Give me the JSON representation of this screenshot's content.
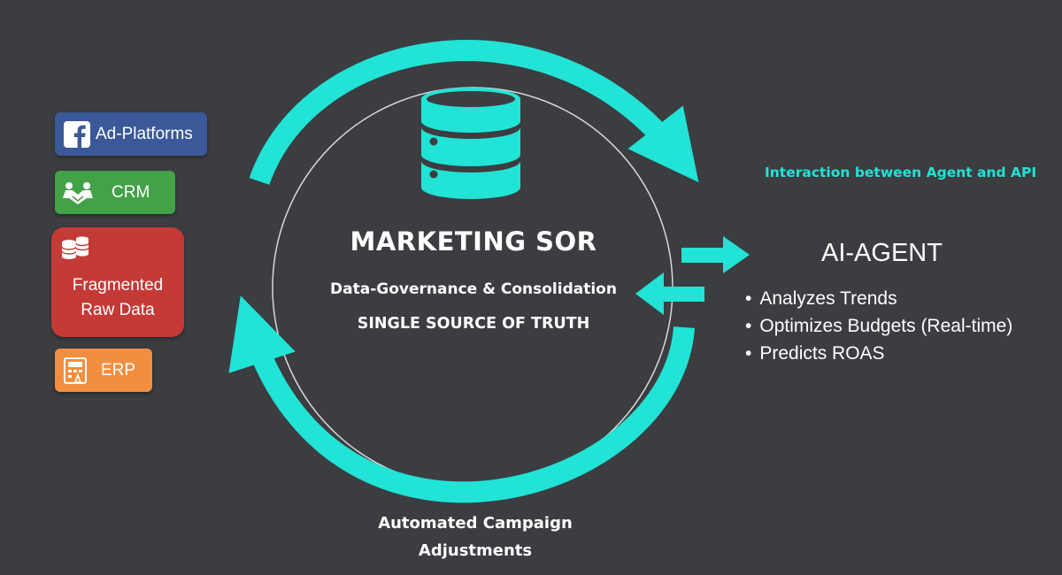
{
  "colors": {
    "background": "#3b3d40",
    "accent": "#21e3d6",
    "facebook": "#3b5998",
    "crm": "#43a147",
    "raw_data": "#c43a36",
    "erp": "#f28e3f",
    "text": "#ffffff"
  },
  "sources": {
    "facebook": {
      "label": "Ad-Platforms",
      "icon": "facebook-icon"
    },
    "crm": {
      "label": "CRM",
      "icon": "handshake-icon"
    },
    "raw": {
      "label": "Fragmented\nRaw Data",
      "icon": "database-stack-icon"
    },
    "erp": {
      "label": "ERP",
      "icon": "calculator-icon"
    }
  },
  "sor": {
    "icon": "database-icon",
    "title": "MARKETING SOR",
    "subtitle": "Data-Governance & Consolidation",
    "tagline": "SINGLE SOURCE OF TRUTH"
  },
  "agent": {
    "title": "AI-AGENT",
    "features": [
      "Analyzes Trends",
      "Optimizes Budgets (Real-time)",
      "Predicts ROAS"
    ]
  },
  "labels": {
    "interaction": "Interaction between Agent and API",
    "adjustments": "Automated Campaign\nAdjustments"
  }
}
